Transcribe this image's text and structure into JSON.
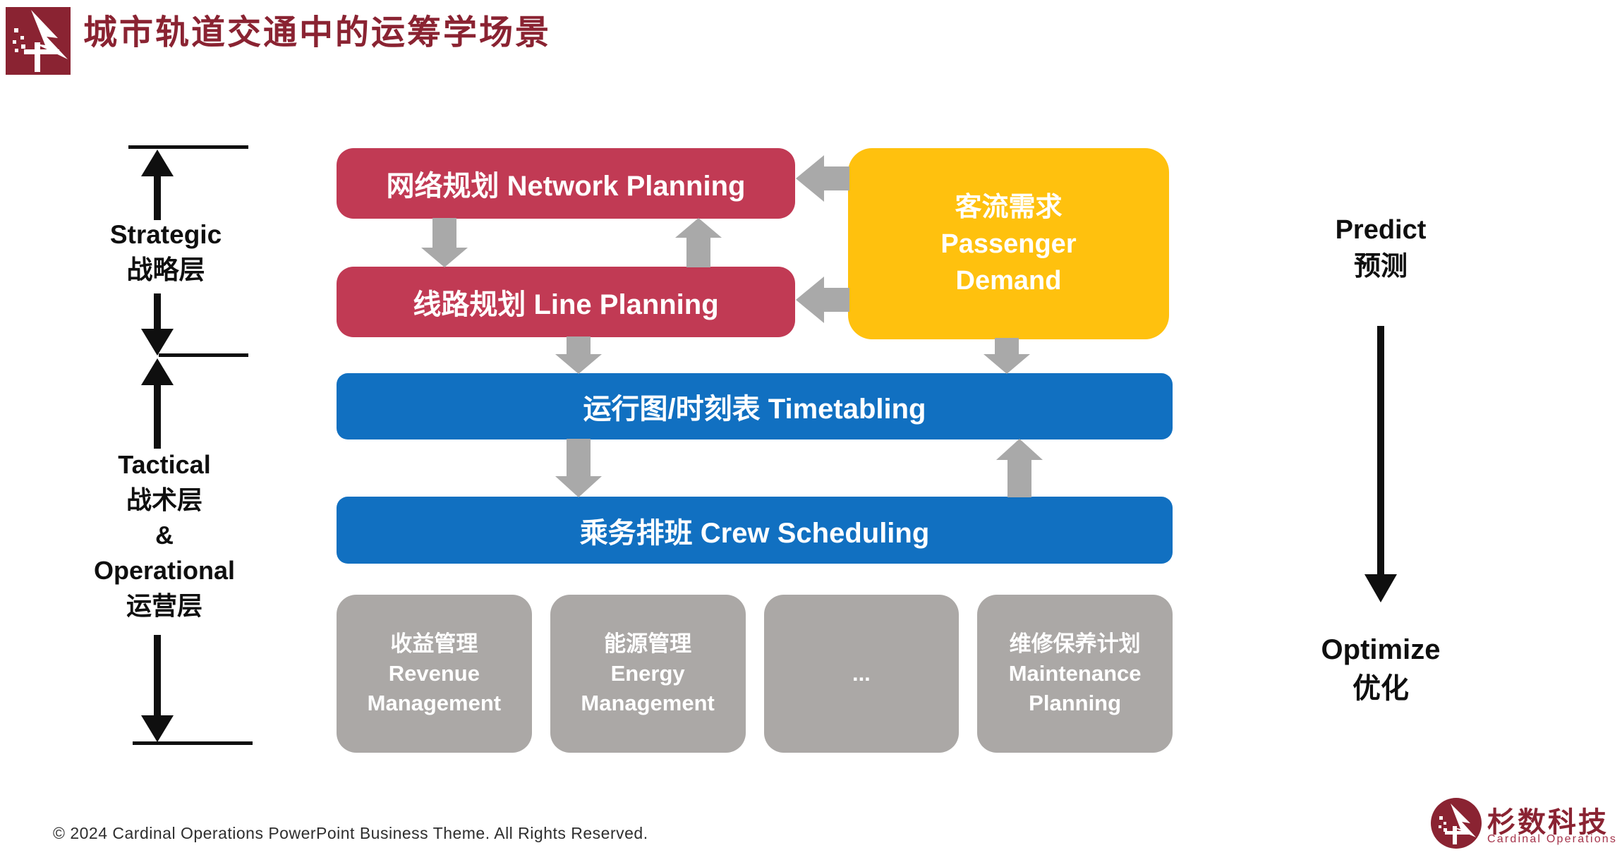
{
  "colors": {
    "brand_red": "#8A2332",
    "box_red": "#C13A54",
    "accent_yellow": "#FFC10E",
    "accent_blue": "#1170C1",
    "gray_box": "#ABA8A6",
    "gray_arrow": "#A9A9A9",
    "ink": "#111111"
  },
  "slide": {
    "title": "城市轨道交通中的运筹学场景",
    "footer": "© 2024 Cardinal Operations PowerPoint Business Theme. All Rights Reserved."
  },
  "left_axis": {
    "strategic_en": "Strategic",
    "strategic_zh": "战略层",
    "tactical_en": "Tactical",
    "tactical_zh": "战术层",
    "amp": "&",
    "operational_en": "Operational",
    "operational_zh": "运营层"
  },
  "diagram": {
    "network_planning": "网络规划 Network Planning",
    "line_planning": "线路规划 Line Planning",
    "demand": {
      "zh": "客流需求",
      "en1": "Passenger",
      "en2": "Demand"
    },
    "timetabling": "运行图/时刻表 Timetabling",
    "crew_scheduling": "乘务排班 Crew Scheduling",
    "gray_boxes": [
      {
        "zh": "收益管理",
        "en1": "Revenue",
        "en2": "Management"
      },
      {
        "zh": "能源管理",
        "en1": "Energy",
        "en2": "Management"
      },
      {
        "zh": "",
        "en1": "...",
        "en2": ""
      },
      {
        "zh": "维修保养计划",
        "en1": "Maintenance",
        "en2": "Planning"
      }
    ]
  },
  "right_axis": {
    "predict_en": "Predict",
    "predict_zh": "预测",
    "optimize_en": "Optimize",
    "optimize_zh": "优化"
  },
  "logo": {
    "company_zh": "杉数科技",
    "company_en": "Cardinal Operations"
  }
}
